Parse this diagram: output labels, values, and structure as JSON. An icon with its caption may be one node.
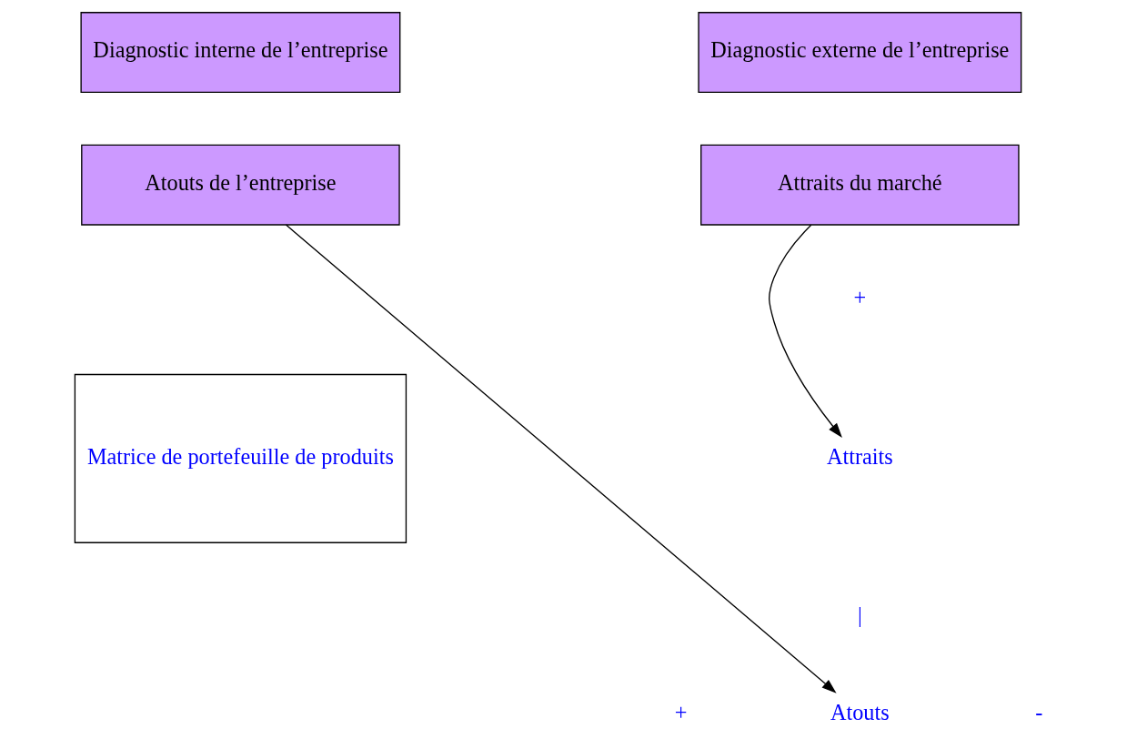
{
  "diagram": {
    "nodes": [
      {
        "text": [
          "Diagnostic interne de l’entreprise"
        ]
      },
      {
        "text": [
          "Diagnostic externe de l’entreprise"
        ]
      },
      {
        "text": [
          "Atouts de l’entreprise"
        ]
      },
      {
        "text": [
          "Attraits du marché"
        ]
      },
      {
        "text": [
          "Matrice de portefeuille de produits"
        ]
      },
      {
        "text": [
          "Attraits"
        ]
      },
      {
        "text": [
          "Atouts"
        ]
      }
    ],
    "edges": [
      {
        "from": 2,
        "to": 6,
        "arrow": "to"
      },
      {
        "from": 3,
        "to": 5,
        "arrow": "to"
      }
    ],
    "labels": [
      "+",
      "|",
      "+",
      "-"
    ]
  }
}
